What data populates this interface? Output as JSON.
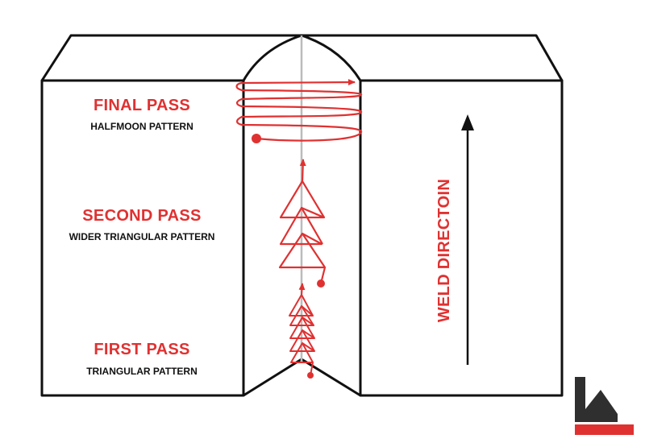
{
  "colors": {
    "accent": "#e03131",
    "line": "#111111",
    "root": "#bbbbbb",
    "logo_dark": "#2f2f2f"
  },
  "passes": {
    "final": {
      "title": "FINAL PASS",
      "pattern": "HALFMOON PATTERN"
    },
    "second": {
      "title": "SECOND PASS",
      "pattern": "WIDER TRIANGULAR PATTERN"
    },
    "first": {
      "title": "FIRST PASS",
      "pattern": "TRIANGULAR PATTERN"
    }
  },
  "weld_direction": {
    "label": "WELD DIRECTOIN",
    "arrow": "arrow-up-icon"
  },
  "logo": {
    "icon": "brand-logo-icon"
  }
}
